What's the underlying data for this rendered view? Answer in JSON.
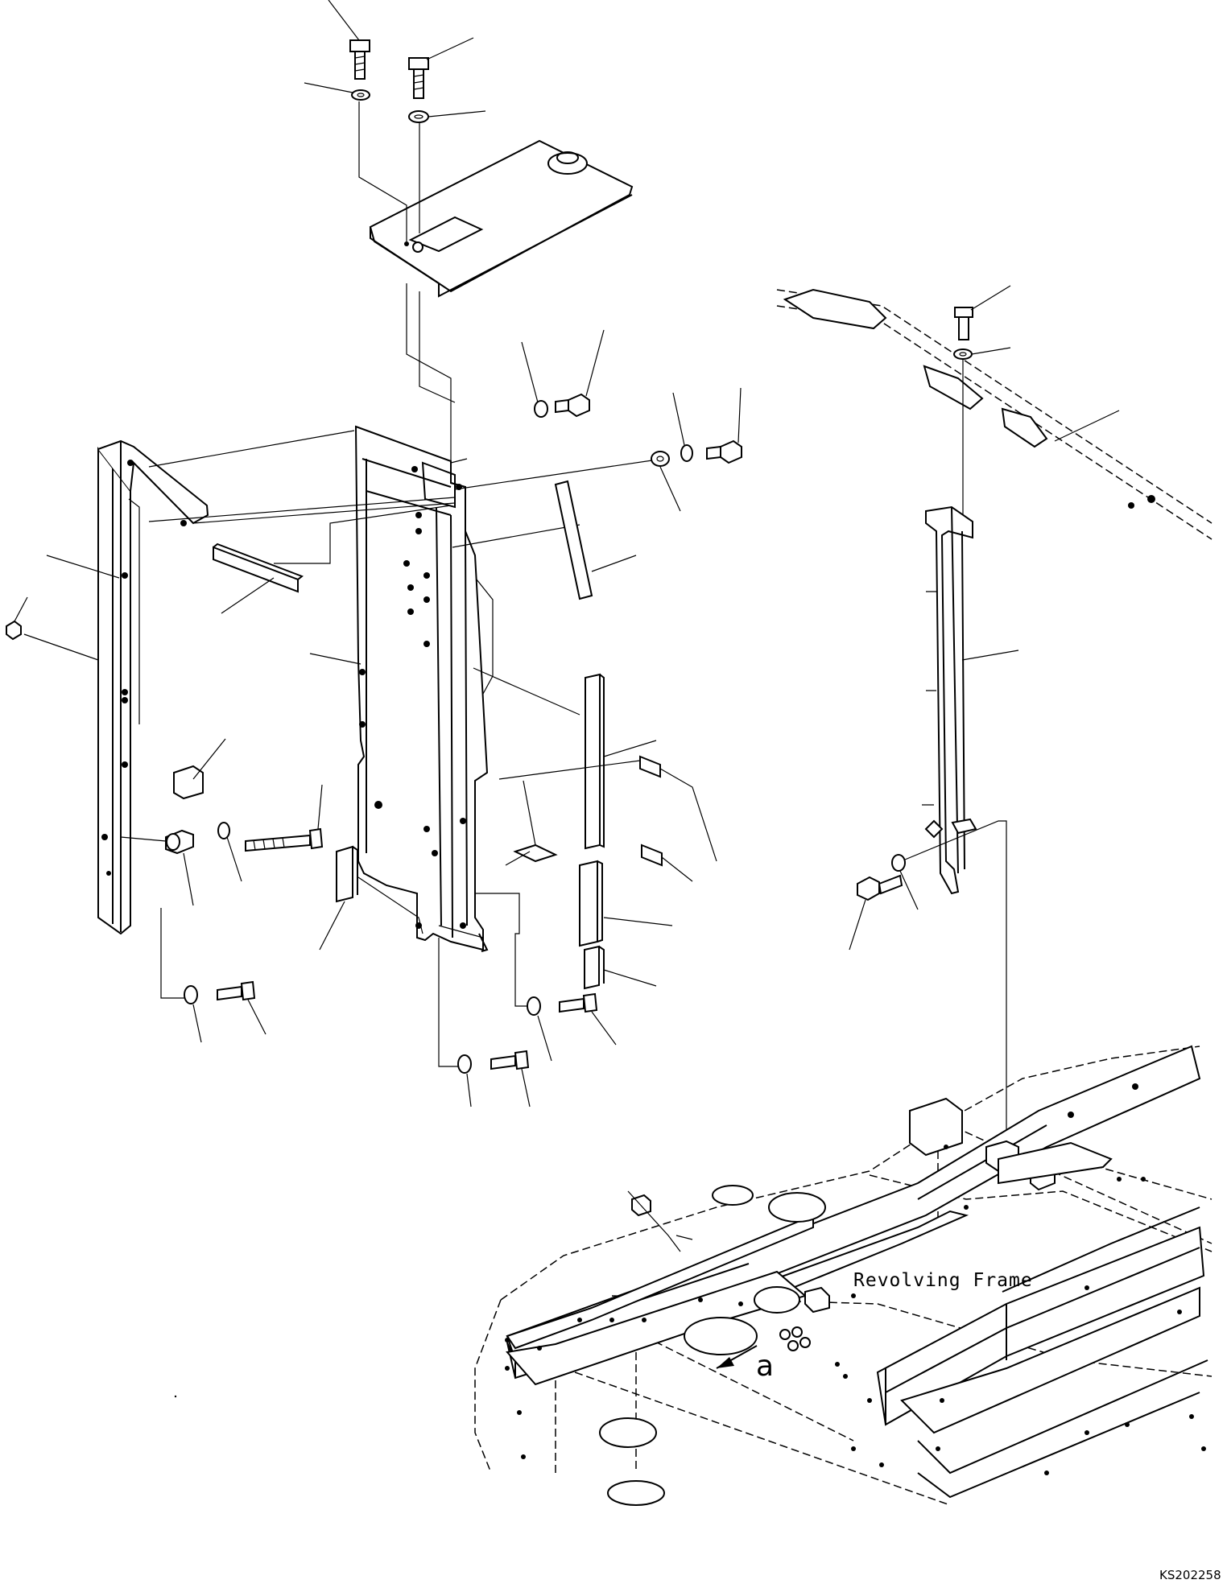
{
  "labels": {
    "frame": "Revolving Frame",
    "view": "a",
    "drawing_code": "KS202258"
  }
}
